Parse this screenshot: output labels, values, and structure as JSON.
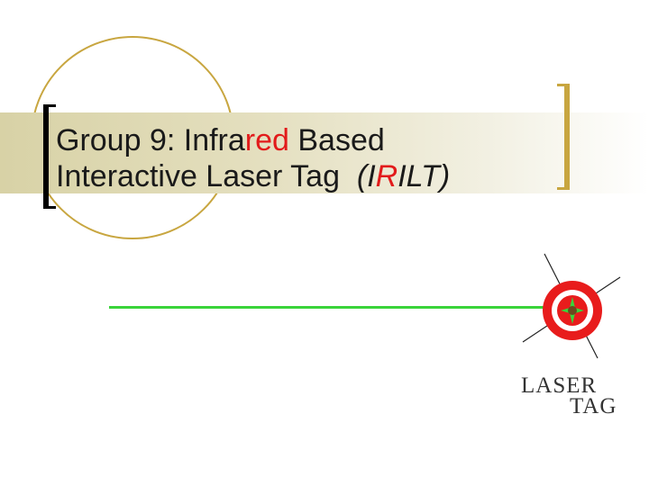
{
  "slide": {
    "title_parts": {
      "line1_a": "Group 9: Infra",
      "line1_red": "red",
      "line1_b": " Based",
      "line2_a": "Interactive Laser Tag  ",
      "line2_paren_open": "(I",
      "line2_red": "R",
      "line2_rest": "ILT)"
    }
  },
  "logo": {
    "word1": "LASER",
    "word2": "TAG"
  },
  "colors": {
    "accent_gold": "#c8a640",
    "highlight_red": "#e21b1b",
    "beam_green": "#3ad43a"
  }
}
